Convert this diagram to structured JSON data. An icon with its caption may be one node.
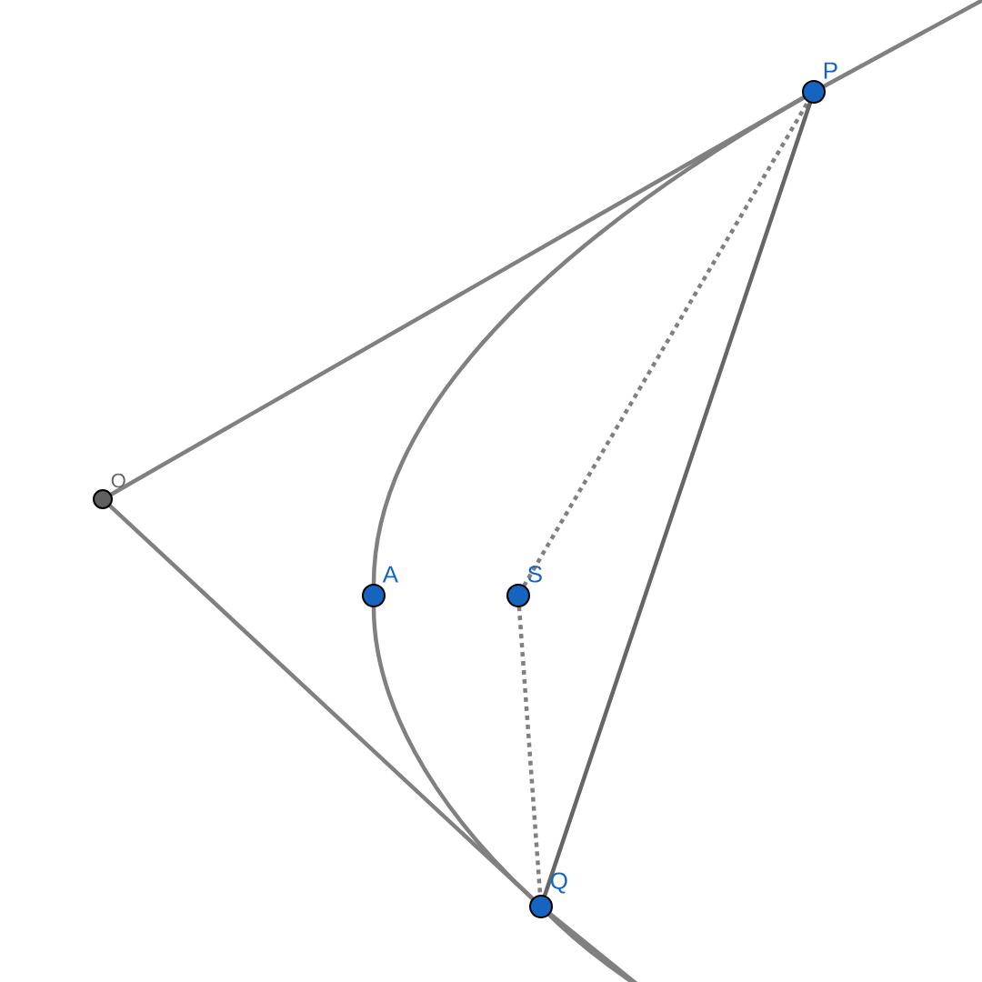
{
  "diagram": {
    "nodes": [
      {
        "text": [
          "P"
        ]
      },
      {
        "text": [
          "O"
        ]
      },
      {
        "text": [
          "A"
        ]
      },
      {
        "text": [
          "S"
        ]
      },
      {
        "text": [
          "Q"
        ]
      }
    ],
    "edges": [
      {
        "from": 1,
        "to": 0,
        "arrow": "none"
      },
      {
        "from": 1,
        "to": 4,
        "arrow": "none"
      },
      {
        "from": 2,
        "to": 0,
        "arrow": "none"
      },
      {
        "from": 2,
        "to": 4,
        "arrow": "none"
      },
      {
        "from": 3,
        "to": 0,
        "arrow": "none",
        "style": "dashed"
      },
      {
        "from": 3,
        "to": 4,
        "arrow": "none",
        "style": "dashed"
      },
      {
        "from": 0,
        "to": 4,
        "arrow": "none",
        "color": "#666666"
      }
    ]
  }
}
